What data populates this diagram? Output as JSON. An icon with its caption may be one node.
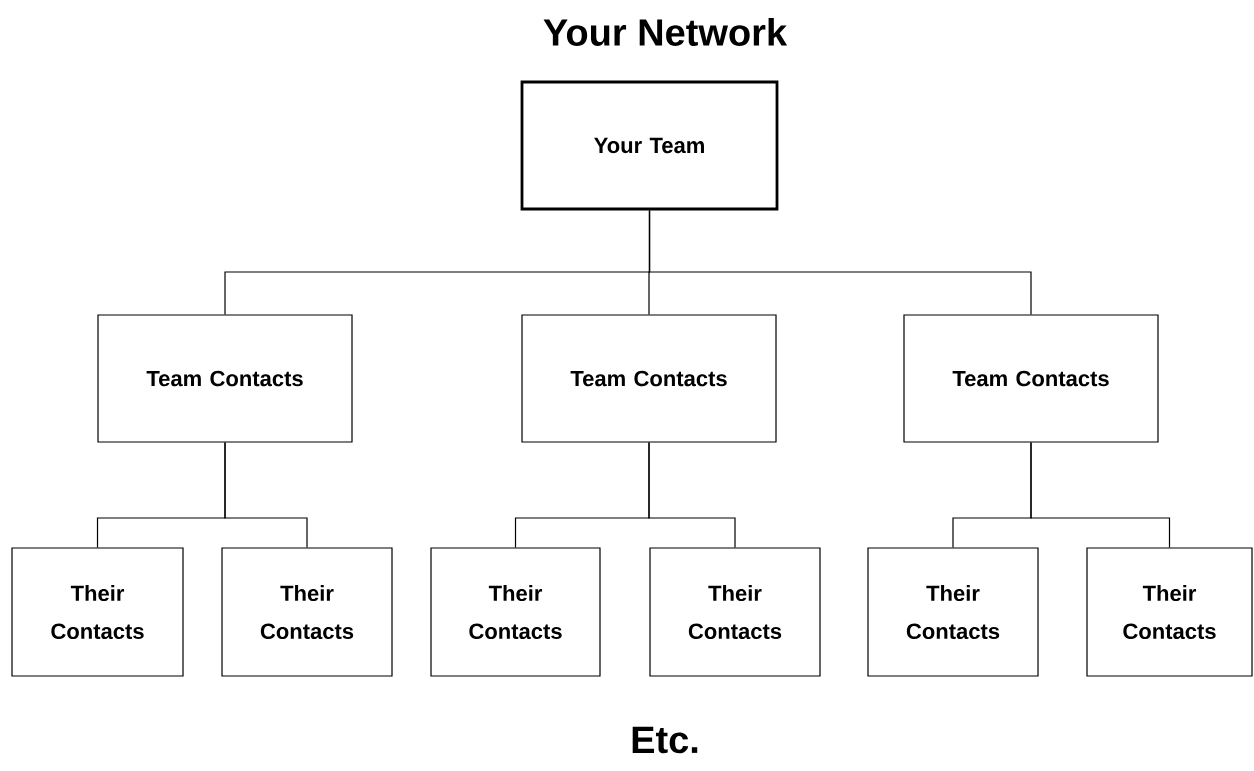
{
  "diagram": {
    "title": "Your Network",
    "nodes": [
      {
        "text": [
          "Your Team"
        ]
      },
      {
        "text": [
          "Team Contacts"
        ]
      },
      {
        "text": [
          "Team Contacts"
        ]
      },
      {
        "text": [
          "Team Contacts"
        ]
      },
      {
        "text": [
          "Their Contacts"
        ]
      },
      {
        "text": [
          "Their Contacts"
        ]
      },
      {
        "text": [
          "Their Contacts"
        ]
      },
      {
        "text": [
          "Their Contacts"
        ]
      },
      {
        "text": [
          "Their Contacts"
        ]
      },
      {
        "text": [
          "Their Contacts"
        ]
      }
    ],
    "edges": [
      {
        "from": 0,
        "to": 1,
        "arrow": "none"
      },
      {
        "from": 0,
        "to": 2,
        "arrow": "none"
      },
      {
        "from": 0,
        "to": 3,
        "arrow": "none"
      },
      {
        "from": 1,
        "to": 4,
        "arrow": "none"
      },
      {
        "from": 1,
        "to": 5,
        "arrow": "none"
      },
      {
        "from": 2,
        "to": 6,
        "arrow": "none"
      },
      {
        "from": 2,
        "to": 7,
        "arrow": "none"
      },
      {
        "from": 3,
        "to": 8,
        "arrow": "none"
      },
      {
        "from": 3,
        "to": 9,
        "arrow": "none"
      }
    ],
    "labels": [
      "Etc."
    ]
  }
}
